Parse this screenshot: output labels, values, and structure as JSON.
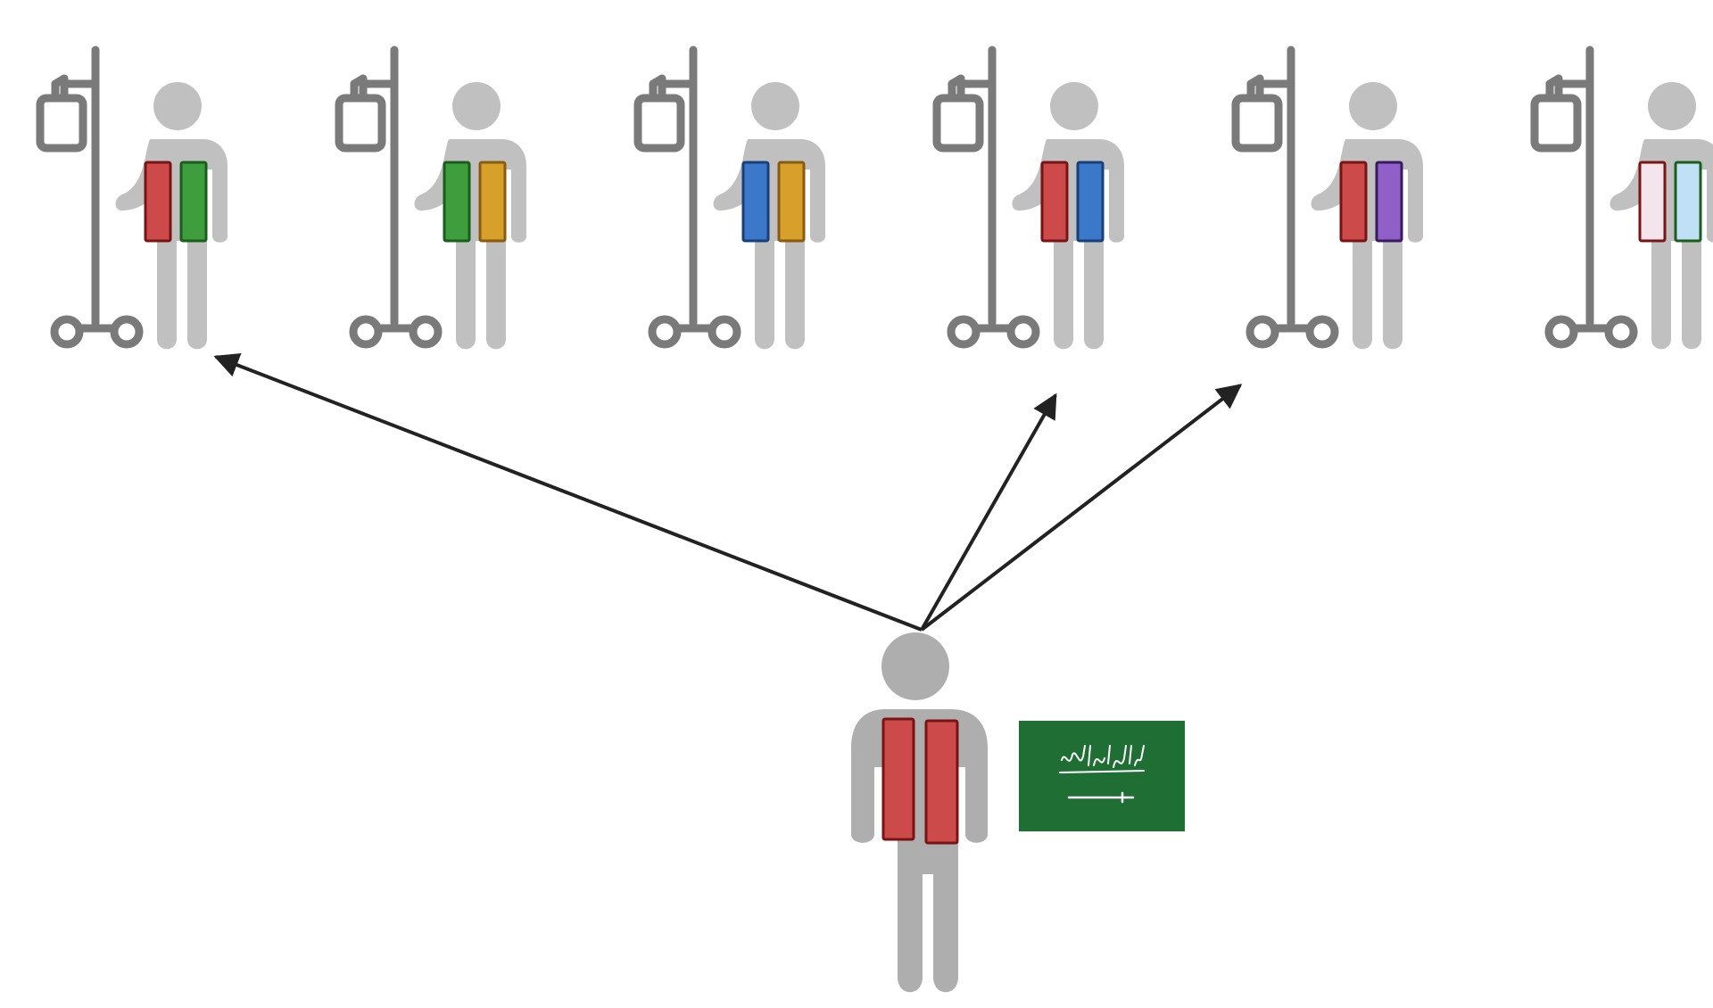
{
  "colors": {
    "figure": "#c0c0c0",
    "donor_figure": "#aeaeae",
    "pole": "#7a7a7a",
    "arrow": "#222222",
    "flag_green": "#1f6f35",
    "flag_white": "#ffffff"
  },
  "recipients": [
    {
      "id": "recipient-1",
      "left_allele": {
        "fill": "#cc4a4a",
        "stroke": "#7a1414"
      },
      "right_allele": {
        "fill": "#3e9e3e",
        "stroke": "#1b5e1b"
      }
    },
    {
      "id": "recipient-2",
      "left_allele": {
        "fill": "#3e9e3e",
        "stroke": "#1b5e1b"
      },
      "right_allele": {
        "fill": "#d6a02a",
        "stroke": "#8a5a10"
      }
    },
    {
      "id": "recipient-3",
      "left_allele": {
        "fill": "#3b78c9",
        "stroke": "#173f7a"
      },
      "right_allele": {
        "fill": "#d6a02a",
        "stroke": "#8a5a10"
      }
    },
    {
      "id": "recipient-4",
      "left_allele": {
        "fill": "#cc4a4a",
        "stroke": "#7a1414"
      },
      "right_allele": {
        "fill": "#3b78c9",
        "stroke": "#173f7a"
      }
    },
    {
      "id": "recipient-5",
      "left_allele": {
        "fill": "#cc4a4a",
        "stroke": "#7a1414"
      },
      "right_allele": {
        "fill": "#9060c8",
        "stroke": "#3a1a5e"
      }
    },
    {
      "id": "recipient-6",
      "left_allele": {
        "fill": "#f4e4ec",
        "stroke": "#7a1414"
      },
      "right_allele": {
        "fill": "#bfe0f5",
        "stroke": "#1b5e1b"
      }
    }
  ],
  "donor": {
    "id": "donor",
    "left_allele": {
      "fill": "#cc4a4a",
      "stroke": "#7a1414"
    },
    "right_allele": {
      "fill": "#cc4a4a",
      "stroke": "#7a1414"
    },
    "flag": "saudi-arabia-flag"
  },
  "arrows": [
    {
      "from": "donor",
      "to": "recipient-1"
    },
    {
      "from": "donor",
      "to": "recipient-4"
    },
    {
      "from": "donor",
      "to": "recipient-5"
    }
  ]
}
